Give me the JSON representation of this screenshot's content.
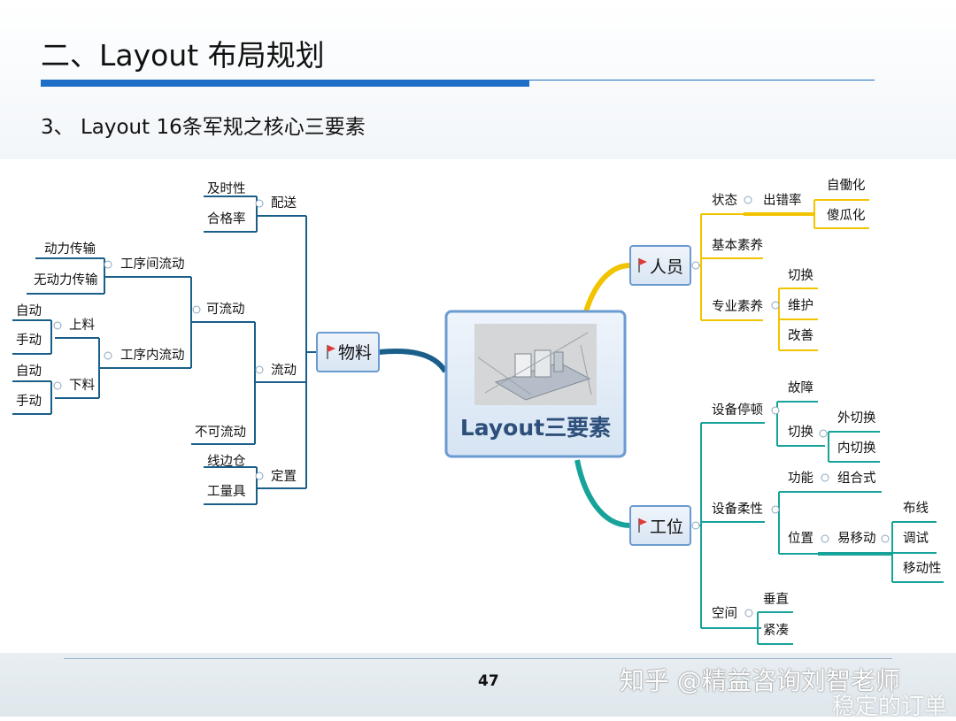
{
  "header": {
    "title": "二、Layout 布局规划",
    "subtitle": "3、 Layout 16条军规之核心三要素"
  },
  "footer": {
    "page_number": "47",
    "watermark": "知乎 @精益咨询刘智老师",
    "watermark_overlay": "稳定的订单"
  },
  "colors": {
    "left_branch": "#1a5f8a",
    "people_branch": "#f2c400",
    "station_branch": "#17a39a",
    "box_fill": "#dfe9f5",
    "box_border": "#6b9bd1",
    "flag": "#e03a3a"
  },
  "mindmap": {
    "central": "Layout三要素",
    "material": {
      "label": "物料",
      "delivery": {
        "label": "配送",
        "items": [
          "及时性",
          "合格率"
        ]
      },
      "flow": {
        "label": "流动",
        "flowable": {
          "label": "可流动",
          "inter_process": {
            "label": "工序间流动",
            "items": [
              "动力传输",
              "无动力传输"
            ]
          },
          "intra_process": {
            "label": "工序内流动",
            "loading": {
              "label": "上料",
              "items": [
                "自动",
                "手动"
              ]
            },
            "unloading": {
              "label": "下料",
              "items": [
                "自动",
                "手动"
              ]
            }
          }
        },
        "non_flowable": "不可流动"
      },
      "positioning": {
        "label": "定置",
        "items": [
          "线边仓",
          "工量具"
        ]
      }
    },
    "people": {
      "label": "人员",
      "status": {
        "label": "状态",
        "error_rate": {
          "label": "出错率",
          "items": [
            "自働化",
            "傻瓜化"
          ]
        }
      },
      "basic_quality": "基本素养",
      "professional": {
        "label": "专业素养",
        "items": [
          "切换",
          "维护",
          "改善"
        ]
      }
    },
    "station": {
      "label": "工位",
      "downtime": {
        "label": "设备停顿",
        "fault": "故障",
        "switch": {
          "label": "切换",
          "items": [
            "外切换",
            "内切换"
          ]
        }
      },
      "flexibility": {
        "label": "设备柔性",
        "function": {
          "label": "功能",
          "items": [
            "组合式"
          ]
        },
        "position": {
          "label": "位置",
          "easy_move": {
            "label": "易移动",
            "items": [
              "布线",
              "调试",
              "移动性"
            ]
          }
        }
      },
      "space": {
        "label": "空间",
        "items": [
          "垂直",
          "紧凑"
        ]
      }
    }
  }
}
